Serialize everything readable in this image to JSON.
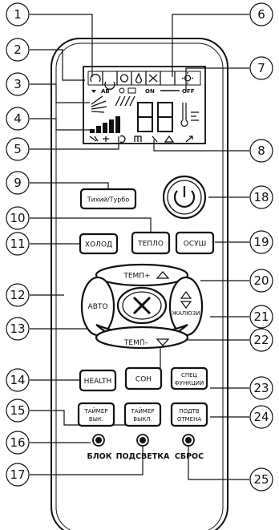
{
  "callouts": [
    "1",
    "2",
    "3",
    "4",
    "5",
    "6",
    "7",
    "8",
    "9",
    "10",
    "11",
    "12",
    "13",
    "14",
    "15",
    "16",
    "17",
    "18",
    "19",
    "20",
    "21",
    "22",
    "23",
    "24",
    "25"
  ],
  "lcd": {
    "ab_label": "AB",
    "on_label": "ON",
    "off_label": "OFF"
  },
  "buttons": {
    "quiet_turbo": "Тихий/Турбо",
    "heat": "ТЕПЛО",
    "cool": "ХОЛОД",
    "dry": "ОСУШ",
    "temp_up": "ТЕМП+",
    "auto": "АВТО",
    "louver": "ЖАЛЮЗИ",
    "temp_down": "ТЕМП–",
    "health": "HEALTH",
    "sleep": "СОН",
    "special_1": "СПЕЦ",
    "special_2": "ФУНКЦИИ",
    "timer_on_1": "ТАЙМЕР",
    "timer_on_2": "ВЫК.",
    "timer_off_1": "ТАЙМЕР",
    "timer_off_2": "ВЫКЛ.",
    "confirm_1": "ПОДТВ",
    "confirm_2": "ОТМЕНА"
  },
  "leds": {
    "lock": "БЛОК",
    "backlight": "ПОДСВЕТКА",
    "reset": "СБРОС"
  }
}
